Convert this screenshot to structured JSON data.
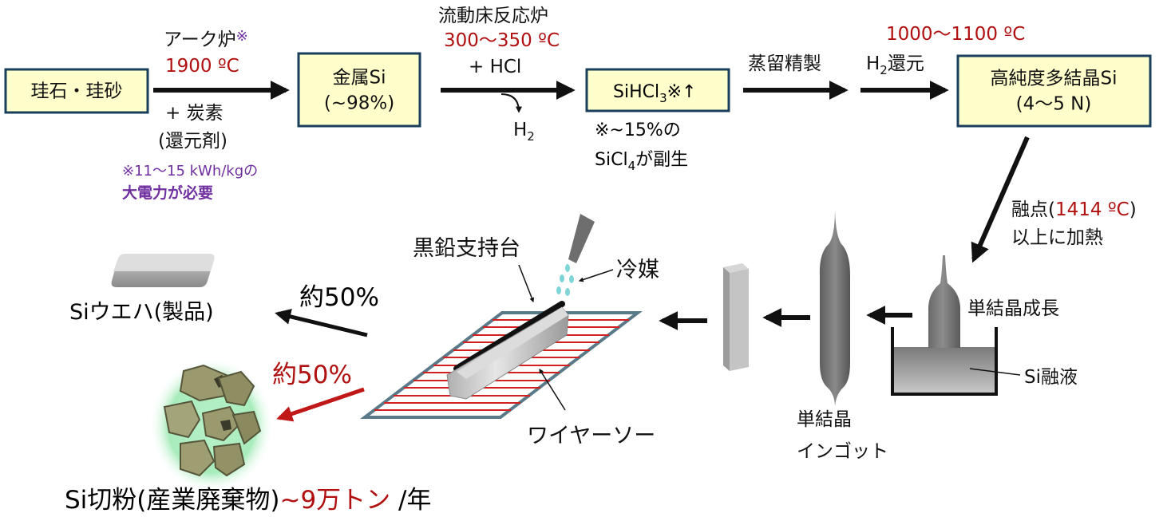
{
  "colors": {
    "box_fill": "#ffffcc",
    "box_stroke": "#1a3f5c",
    "red": "#b01010",
    "purple": "#7030a0",
    "saw_wire": "#d02020"
  },
  "boxes": {
    "silica": "珪石・珪砂",
    "metal_si_line1": "金属Si",
    "metal_si_line2": "(~98%)",
    "sihcl3_main": "SiHCl",
    "sihcl3_sub": "3",
    "sihcl3_mark": "※↑",
    "poly_si_line1": "高純度多結晶Si",
    "poly_si_line2": "(4〜5 N)"
  },
  "step1": {
    "furnace_name": "アーク炉",
    "furnace_mark": "※",
    "temp": "1900 ºC",
    "additive": "+ 炭素",
    "reductant": "(還元剤)",
    "note_line1": "※11〜15 kWh/kgの",
    "note_line2": "大電力が必要"
  },
  "step2": {
    "reactor": "流動床反応炉",
    "temp": "300〜350 ºC",
    "reagent": "+ HCl",
    "byproduct_main": "H",
    "byproduct_sub": "2"
  },
  "sihcl3_note": {
    "line1": "※~15%の",
    "line2_a": "SiCl",
    "line2_sub": "4",
    "line2_b": "が副生"
  },
  "step3": {
    "label": "蒸留精製"
  },
  "step4": {
    "temp": "1000〜1100 ºC",
    "reduction_main": "H",
    "reduction_sub": "2",
    "reduction_tail": "還元"
  },
  "melt": {
    "prefix": "融点(",
    "temp": "1414 ºC",
    "suffix": ")",
    "line2": "以上に加熱"
  },
  "growth": {
    "label": "単結晶成長",
    "melt_label": "Si融液",
    "ingot_line1": "単結晶",
    "ingot_line2": "インゴット"
  },
  "saw": {
    "holder": "黒鉛支持台",
    "coolant": "冷媒",
    "wire_saw": "ワイヤーソー"
  },
  "output": {
    "wafer_label": "Siウエハ(製品)",
    "wafer_pct": "約50%",
    "waste_pct": "約50%",
    "waste_label_a": "Si切粉(産業廃棄物)",
    "waste_label_b": "~9万トン",
    "waste_label_c": " /年"
  }
}
